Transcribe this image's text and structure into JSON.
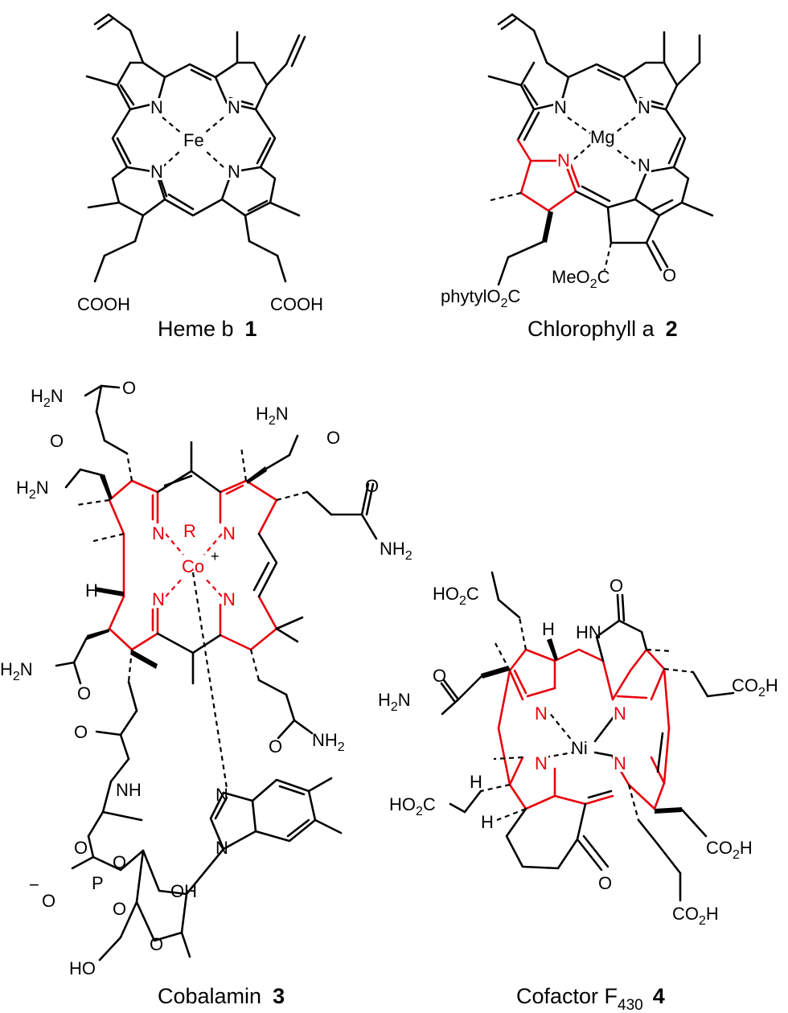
{
  "structures": [
    {
      "name": "Heme b",
      "number": "1",
      "metal": "Fe",
      "labels": {
        "n": "N",
        "acid1": "COOH",
        "acid2": "COOH"
      }
    },
    {
      "name": "Chlorophyll a",
      "number": "2",
      "metal": "Mg",
      "labels": {
        "n": "N",
        "ester1_pre": "phytylO",
        "ester1_sub": "2",
        "ester1_post": "C",
        "ester2_pre": "MeO",
        "ester2_sub": "2",
        "ester2_post": "C",
        "oxo": "O"
      }
    },
    {
      "name": "Cobalamin",
      "number": "3",
      "metal": "Co",
      "labels": {
        "n": "N",
        "r": "R",
        "plus": "+",
        "h": "H",
        "amide_a": "H",
        "amide_n": "N",
        "amide_sub": "2",
        "o": "O",
        "nh": "NH",
        "p": "P",
        "oh": "OH",
        "ho": "HO",
        "minus": "−",
        "nh2": "NH",
        "nh2_sub": "2"
      }
    },
    {
      "name": "Cofactor F",
      "name_sub": "430",
      "number": "4",
      "metal": "Ni",
      "labels": {
        "n": "N",
        "h": "H",
        "hn": "HN",
        "o": "O",
        "co2h": "CO",
        "co2h_sub": "2",
        "co2h_post": "H",
        "ho2c_pre": "HO",
        "ho2c_sub": "2",
        "ho2c_post": "C",
        "amide_pre": "H",
        "amide_sub": "2",
        "amide_post": "N"
      }
    }
  ],
  "colors": {
    "highlight": "#e8000b",
    "bond": "#000000"
  }
}
